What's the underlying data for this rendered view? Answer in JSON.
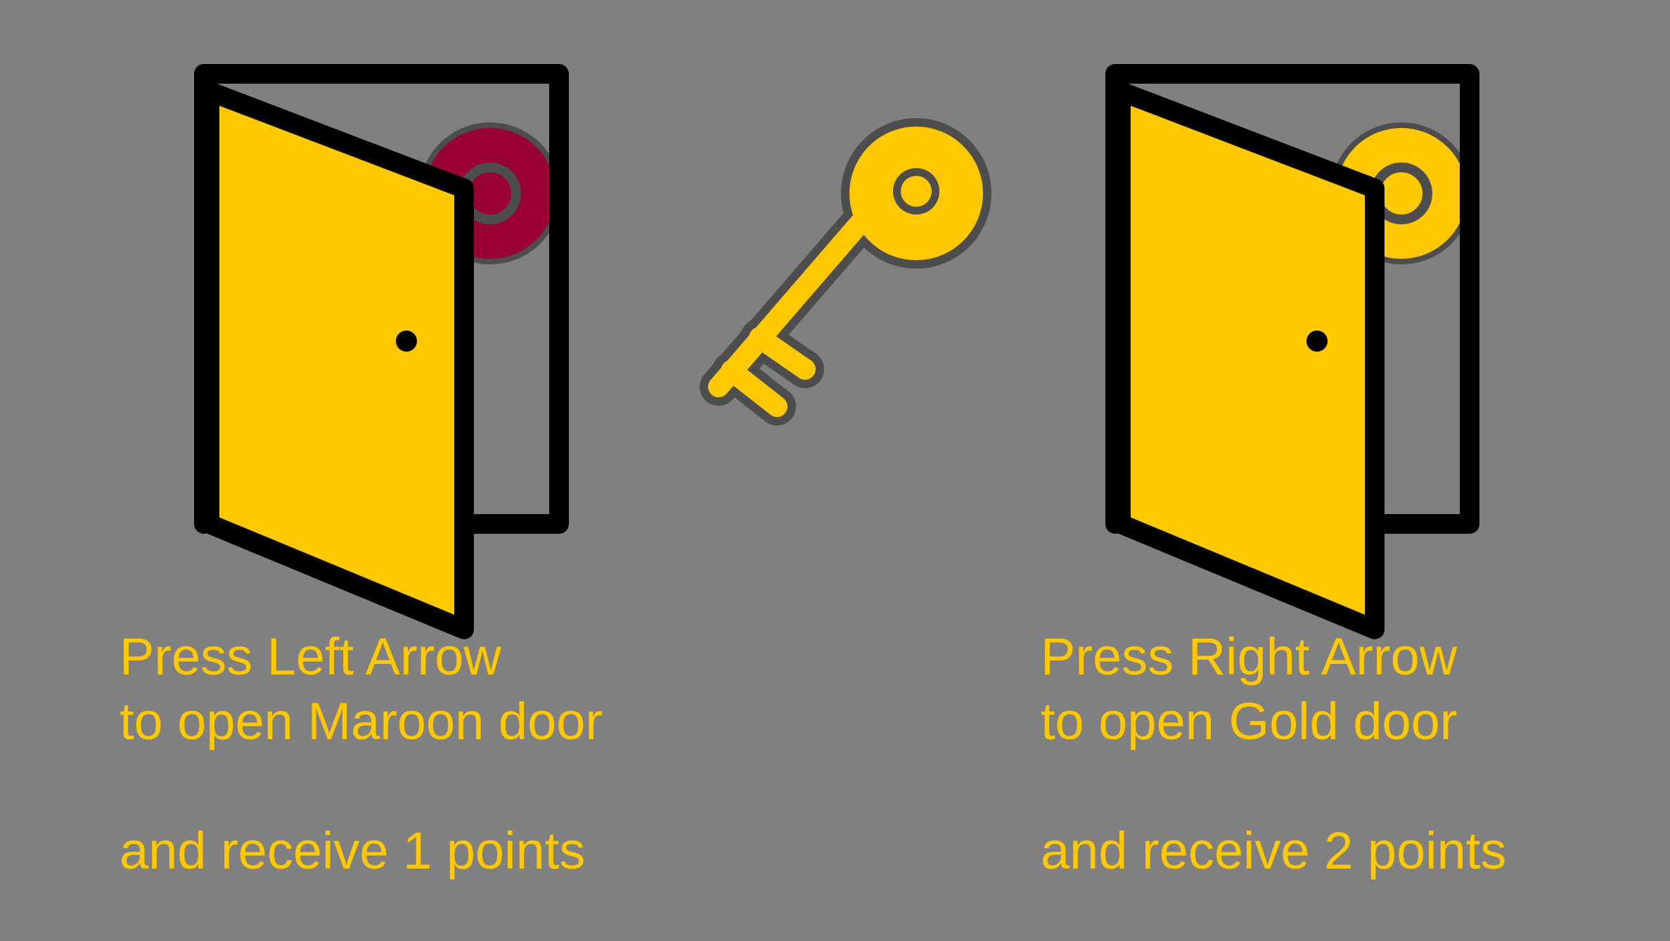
{
  "colors": {
    "background": "#808080",
    "door_gold": "#FFC800",
    "door_outline": "#000000",
    "maroon_target": "#990033",
    "gold_target": "#FFC800",
    "target_outline": "#4D4D4D",
    "text": "#FFC800"
  },
  "key": {
    "icon": "key-icon"
  },
  "left_option": {
    "door_icon": "open-door-icon",
    "target_color_name": "Maroon",
    "line1": "Press Left Arrow",
    "line2": "to open Maroon door",
    "line3": "and receive 1 points"
  },
  "right_option": {
    "door_icon": "open-door-icon",
    "target_color_name": "Gold",
    "line1": "Press Right Arrow",
    "line2": "to open Gold door",
    "line3": "and receive 2 points"
  }
}
